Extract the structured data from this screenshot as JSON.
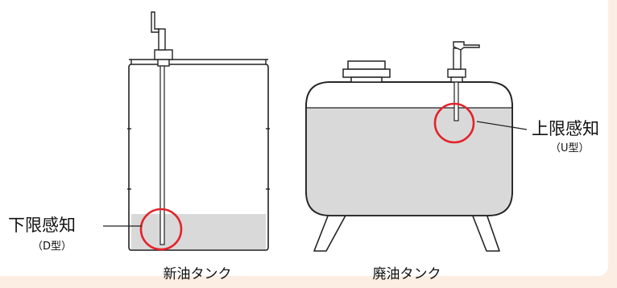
{
  "colors": {
    "background": "#fdeee4",
    "panel": "#ffffff",
    "liquid": "#d9d9d9",
    "outline": "#222222",
    "highlight_circle": "#e2232a"
  },
  "new_oil_tank": {
    "sensor_label": "下限感知",
    "sensor_type": "（D型）",
    "caption": "新油タンク"
  },
  "waste_oil_tank": {
    "sensor_label": "上限感知",
    "sensor_type": "（U型）",
    "caption": "廃油タンク"
  }
}
